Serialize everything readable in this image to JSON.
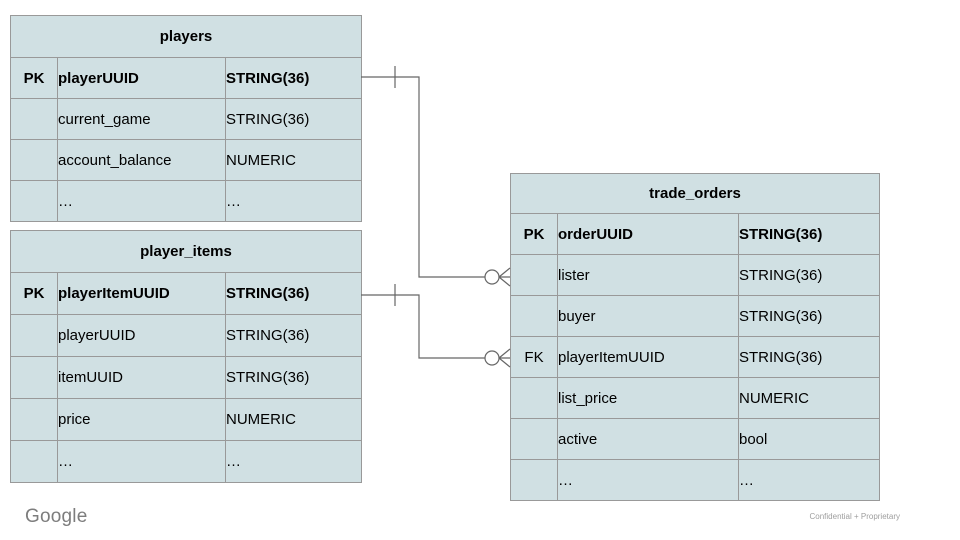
{
  "diagram_type": "entity-relationship",
  "colors": {
    "cell_fill": "#d0e0e3",
    "table_border": "#999999",
    "relationship_line": "#666666",
    "text": "#000000",
    "footer_gray": "#7d7d7d"
  },
  "tables": {
    "players": {
      "title": "players",
      "rows": [
        {
          "key": "PK",
          "name": "playerUUID",
          "type": "STRING(36)"
        },
        {
          "key": "",
          "name": "current_game",
          "type": "STRING(36)"
        },
        {
          "key": "",
          "name": "account_balance",
          "type": "NUMERIC"
        },
        {
          "key": "",
          "name": "…",
          "type": "…"
        }
      ]
    },
    "player_items": {
      "title": "player_items",
      "rows": [
        {
          "key": "PK",
          "name": "playerItemUUID",
          "type": "STRING(36)"
        },
        {
          "key": "",
          "name": "playerUUID",
          "type": "STRING(36)"
        },
        {
          "key": "",
          "name": "itemUUID",
          "type": "STRING(36)"
        },
        {
          "key": "",
          "name": "price",
          "type": "NUMERIC"
        },
        {
          "key": "",
          "name": "…",
          "type": "…"
        }
      ]
    },
    "trade_orders": {
      "title": "trade_orders",
      "rows": [
        {
          "key": "PK",
          "name": "orderUUID",
          "type": "STRING(36)"
        },
        {
          "key": "",
          "name": "lister",
          "type": "STRING(36)"
        },
        {
          "key": "",
          "name": "buyer",
          "type": "STRING(36)"
        },
        {
          "key": "FK",
          "name": "playerItemUUID",
          "type": "STRING(36)"
        },
        {
          "key": "",
          "name": "list_price",
          "type": "NUMERIC"
        },
        {
          "key": "",
          "name": "active",
          "type": "bool"
        },
        {
          "key": "",
          "name": "…",
          "type": "…"
        }
      ]
    }
  },
  "relationships": [
    {
      "from_table": "players",
      "from_field": "playerUUID",
      "to_table": "trade_orders",
      "to_field": "lister",
      "from_cardinality": "one",
      "to_cardinality": "zero-or-many"
    },
    {
      "from_table": "player_items",
      "from_field": "playerItemUUID",
      "to_table": "trade_orders",
      "to_field": "playerItemUUID",
      "from_cardinality": "one",
      "to_cardinality": "zero-or-many"
    }
  ],
  "footer": {
    "logo_text": "Google",
    "confidentiality": "Confidential + Proprietary"
  }
}
